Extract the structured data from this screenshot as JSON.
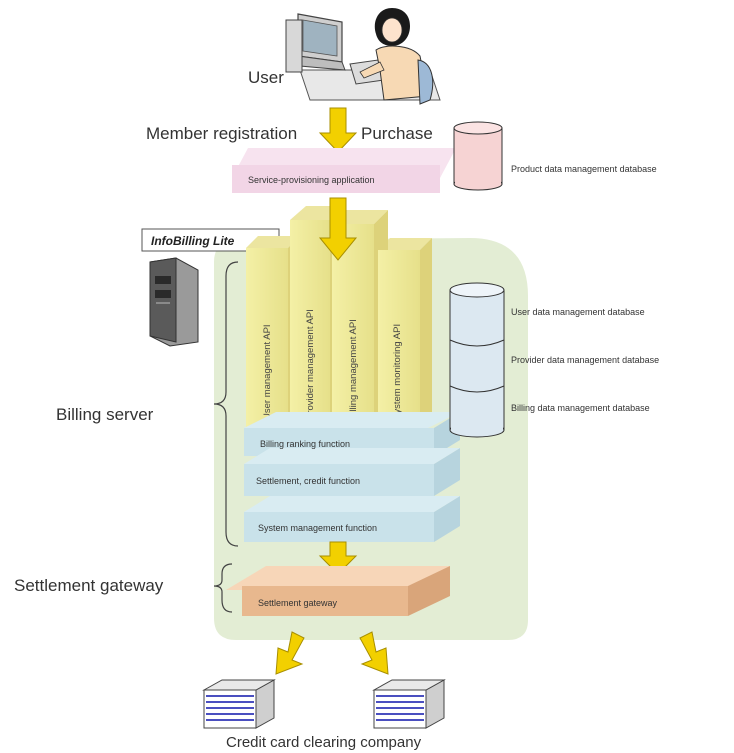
{
  "labels": {
    "user": "User",
    "member_registration": "Member registration",
    "purchase": "Purchase",
    "service_app": "Service-provisioning application",
    "product_db": "Product data management database",
    "product_name": "InfoBilling Lite",
    "api_user": "User management API",
    "api_provider": "Provider management API",
    "api_billing": "Billing management API",
    "api_system": "System monitoring API",
    "func_ranking": "Billing ranking function",
    "func_settlement": "Settlement, credit function",
    "func_system": "System management function",
    "db_user": "User data management database",
    "db_provider": "Provider data management database",
    "db_billing": "Billing data management database",
    "billing_server": "Billing server",
    "settlement_gateway_label": "Settlement gateway",
    "settlement_gateway_box": "Settlement gateway",
    "clearing_company": "Credit card clearing company"
  },
  "colors": {
    "arrow": "#f2d000",
    "server_bg": "#e3edd4",
    "api_column": "#f4f0a6",
    "function_layer": "#c9e2ea",
    "service_layer": "#f2d5e6",
    "gateway": "#f2c7a2",
    "product_db": "#f6d3d3",
    "data_db": "#dce8f1"
  }
}
